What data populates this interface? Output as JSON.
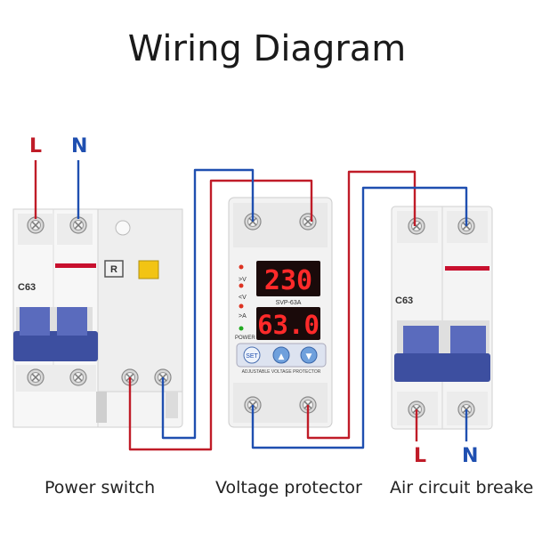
{
  "title": "Wiring Diagram",
  "terminal_labels": {
    "power_switch_live": "L",
    "power_switch_neutral": "N",
    "breaker_live": "L",
    "breaker_neutral": "N"
  },
  "power_switch": {
    "caption": "Power switch",
    "model": "C63",
    "test_button": "R"
  },
  "voltage_protector": {
    "caption": "Voltage protector",
    "voltage_display": "230",
    "current_display": "63.0",
    "model": "SVP-63A",
    "indicators": [
      ">V",
      "<V",
      ">A"
    ],
    "power_label": "POWER",
    "buttons": [
      "SET",
      "▲",
      "▼"
    ],
    "brand_text": "ADJUSTABLE VOLTAGE PROTECTOR"
  },
  "air_circuit_breaker": {
    "caption": "Air circuit breaker",
    "model": "C63"
  },
  "colors": {
    "live_wire": "#c01c28",
    "neutral_wire": "#1f4fb0",
    "toggle": "#3d4fa0",
    "display_bg": "#1a0a0a",
    "display_digits": "#ff2a2a"
  }
}
